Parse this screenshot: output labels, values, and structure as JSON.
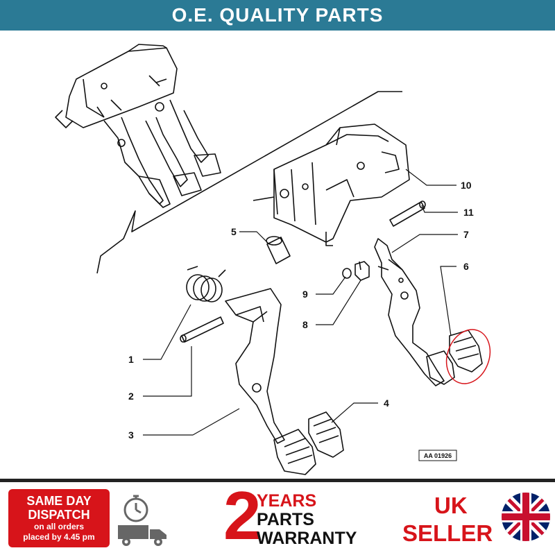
{
  "banner": {
    "title": "O.E. QUALITY PARTS"
  },
  "diagram": {
    "callouts": [
      "1",
      "2",
      "3",
      "4",
      "5",
      "6",
      "7",
      "8",
      "9",
      "10",
      "11"
    ],
    "reference": "AA 01926"
  },
  "footer": {
    "dispatch": {
      "line1": "SAME DAY",
      "line2": "DISPATCH",
      "line3": "on all orders",
      "line4": "placed by 4.45 pm"
    },
    "warranty": {
      "number": "2",
      "line1": "YEARS",
      "line2": "PARTS",
      "line3": "WARRANTY"
    },
    "seller": {
      "line1": "UK",
      "line2": "SELLER"
    }
  },
  "colors": {
    "banner": "#2b7a95",
    "accent": "#d7141a",
    "highlight_ring": "#d7141a"
  },
  "icons": [
    "stopwatch-icon",
    "delivery-truck-icon",
    "uk-flag-icon"
  ]
}
